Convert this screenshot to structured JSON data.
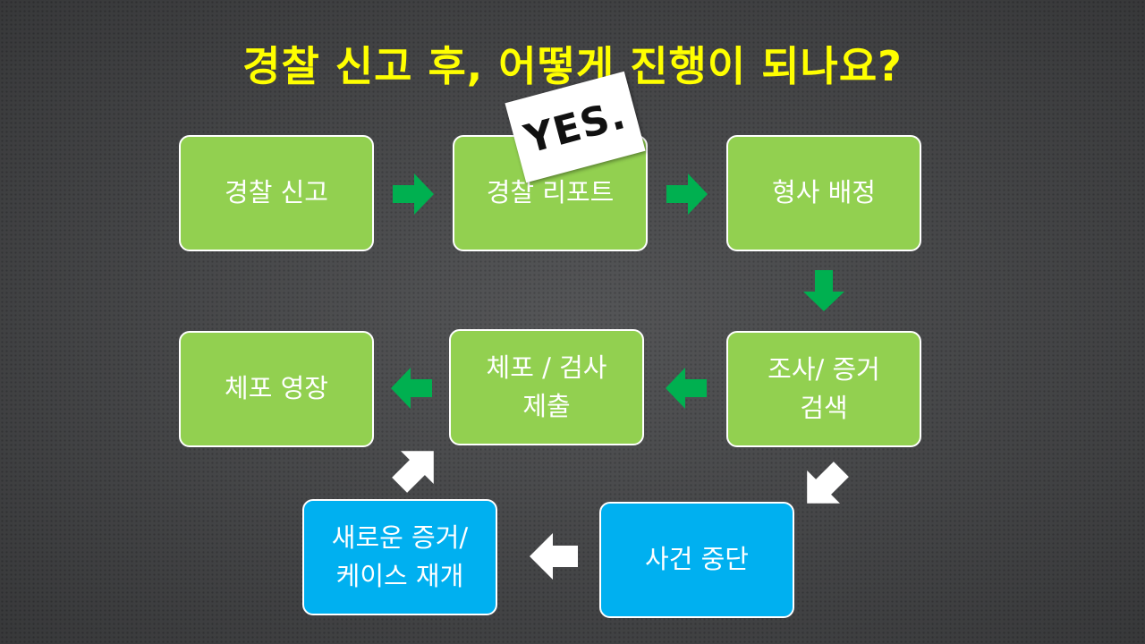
{
  "title": "경찰 신고 후, 어떻게 진행이 되나요?",
  "stamp": "YES.",
  "colors": {
    "title": "#ffff00",
    "box_green": "#92d050",
    "box_blue": "#00b0f0",
    "arrow_green": "#00b050",
    "arrow_white": "#ffffff"
  },
  "nodes": {
    "police_report": "경찰 신고",
    "police_filing": "경찰 리포트",
    "detective_assigned": "형사 배정",
    "investigation": "조사/ 증거\n검색",
    "arrest_submission": "체포 / 검사\n제출",
    "arrest_warrant": "체포 영장",
    "case_closed": "사건 중단",
    "case_reopened": "새로운 증거/\n케이스 재개"
  },
  "edges": [
    {
      "from": "경찰 신고",
      "to": "경찰 리포트",
      "color": "green"
    },
    {
      "from": "경찰 리포트",
      "to": "형사 배정",
      "color": "green"
    },
    {
      "from": "형사 배정",
      "to": "조사/ 증거 검색",
      "color": "green"
    },
    {
      "from": "조사/ 증거 검색",
      "to": "체포 / 검사 제출",
      "color": "green"
    },
    {
      "from": "체포 / 검사 제출",
      "to": "체포 영장",
      "color": "green"
    },
    {
      "from": "조사/ 증거 검색",
      "to": "사건 중단",
      "color": "white"
    },
    {
      "from": "사건 중단",
      "to": "새로운 증거/ 케이스 재개",
      "color": "white"
    },
    {
      "from": "새로운 증거/ 케이스 재개",
      "to": "체포 / 검사 제출",
      "color": "white"
    }
  ]
}
